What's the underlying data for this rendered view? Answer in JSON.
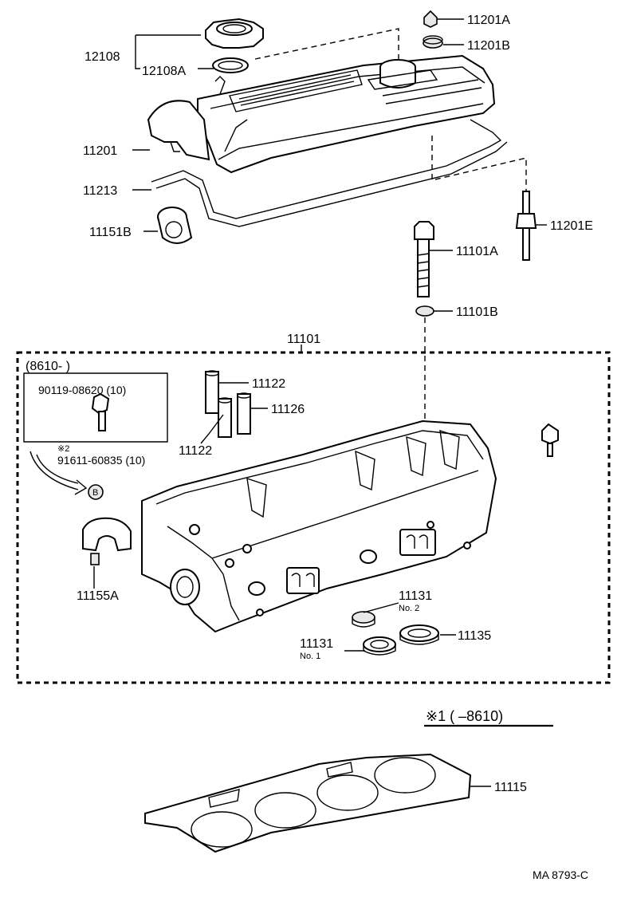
{
  "labels": {
    "p12108": "12108",
    "p12108A": "12108A",
    "p11201A": "11201A",
    "p11201B": "11201B",
    "p11201": "11201",
    "p11213": "11213",
    "p11151B": "11151B",
    "p11201E": "11201E",
    "p11101A": "11101A",
    "p11101B": "11101B",
    "p11101": "11101",
    "p8610": "(8610-        )",
    "p90119": "90119-08620 (10)",
    "note2": "※2",
    "p91611": "91611-60835 (10)",
    "circleB": "B",
    "p11155A": "11155A",
    "p11122a": "11122",
    "p11122b": "11122",
    "p11126": "11126",
    "p11131a": "11131",
    "no2": "No. 2",
    "p11131b": "11131",
    "no1": "No. 1",
    "p11135": "11135",
    "note1": "※1  (        –8610)",
    "p11115": "11115",
    "ref": "MA  8793-C"
  }
}
